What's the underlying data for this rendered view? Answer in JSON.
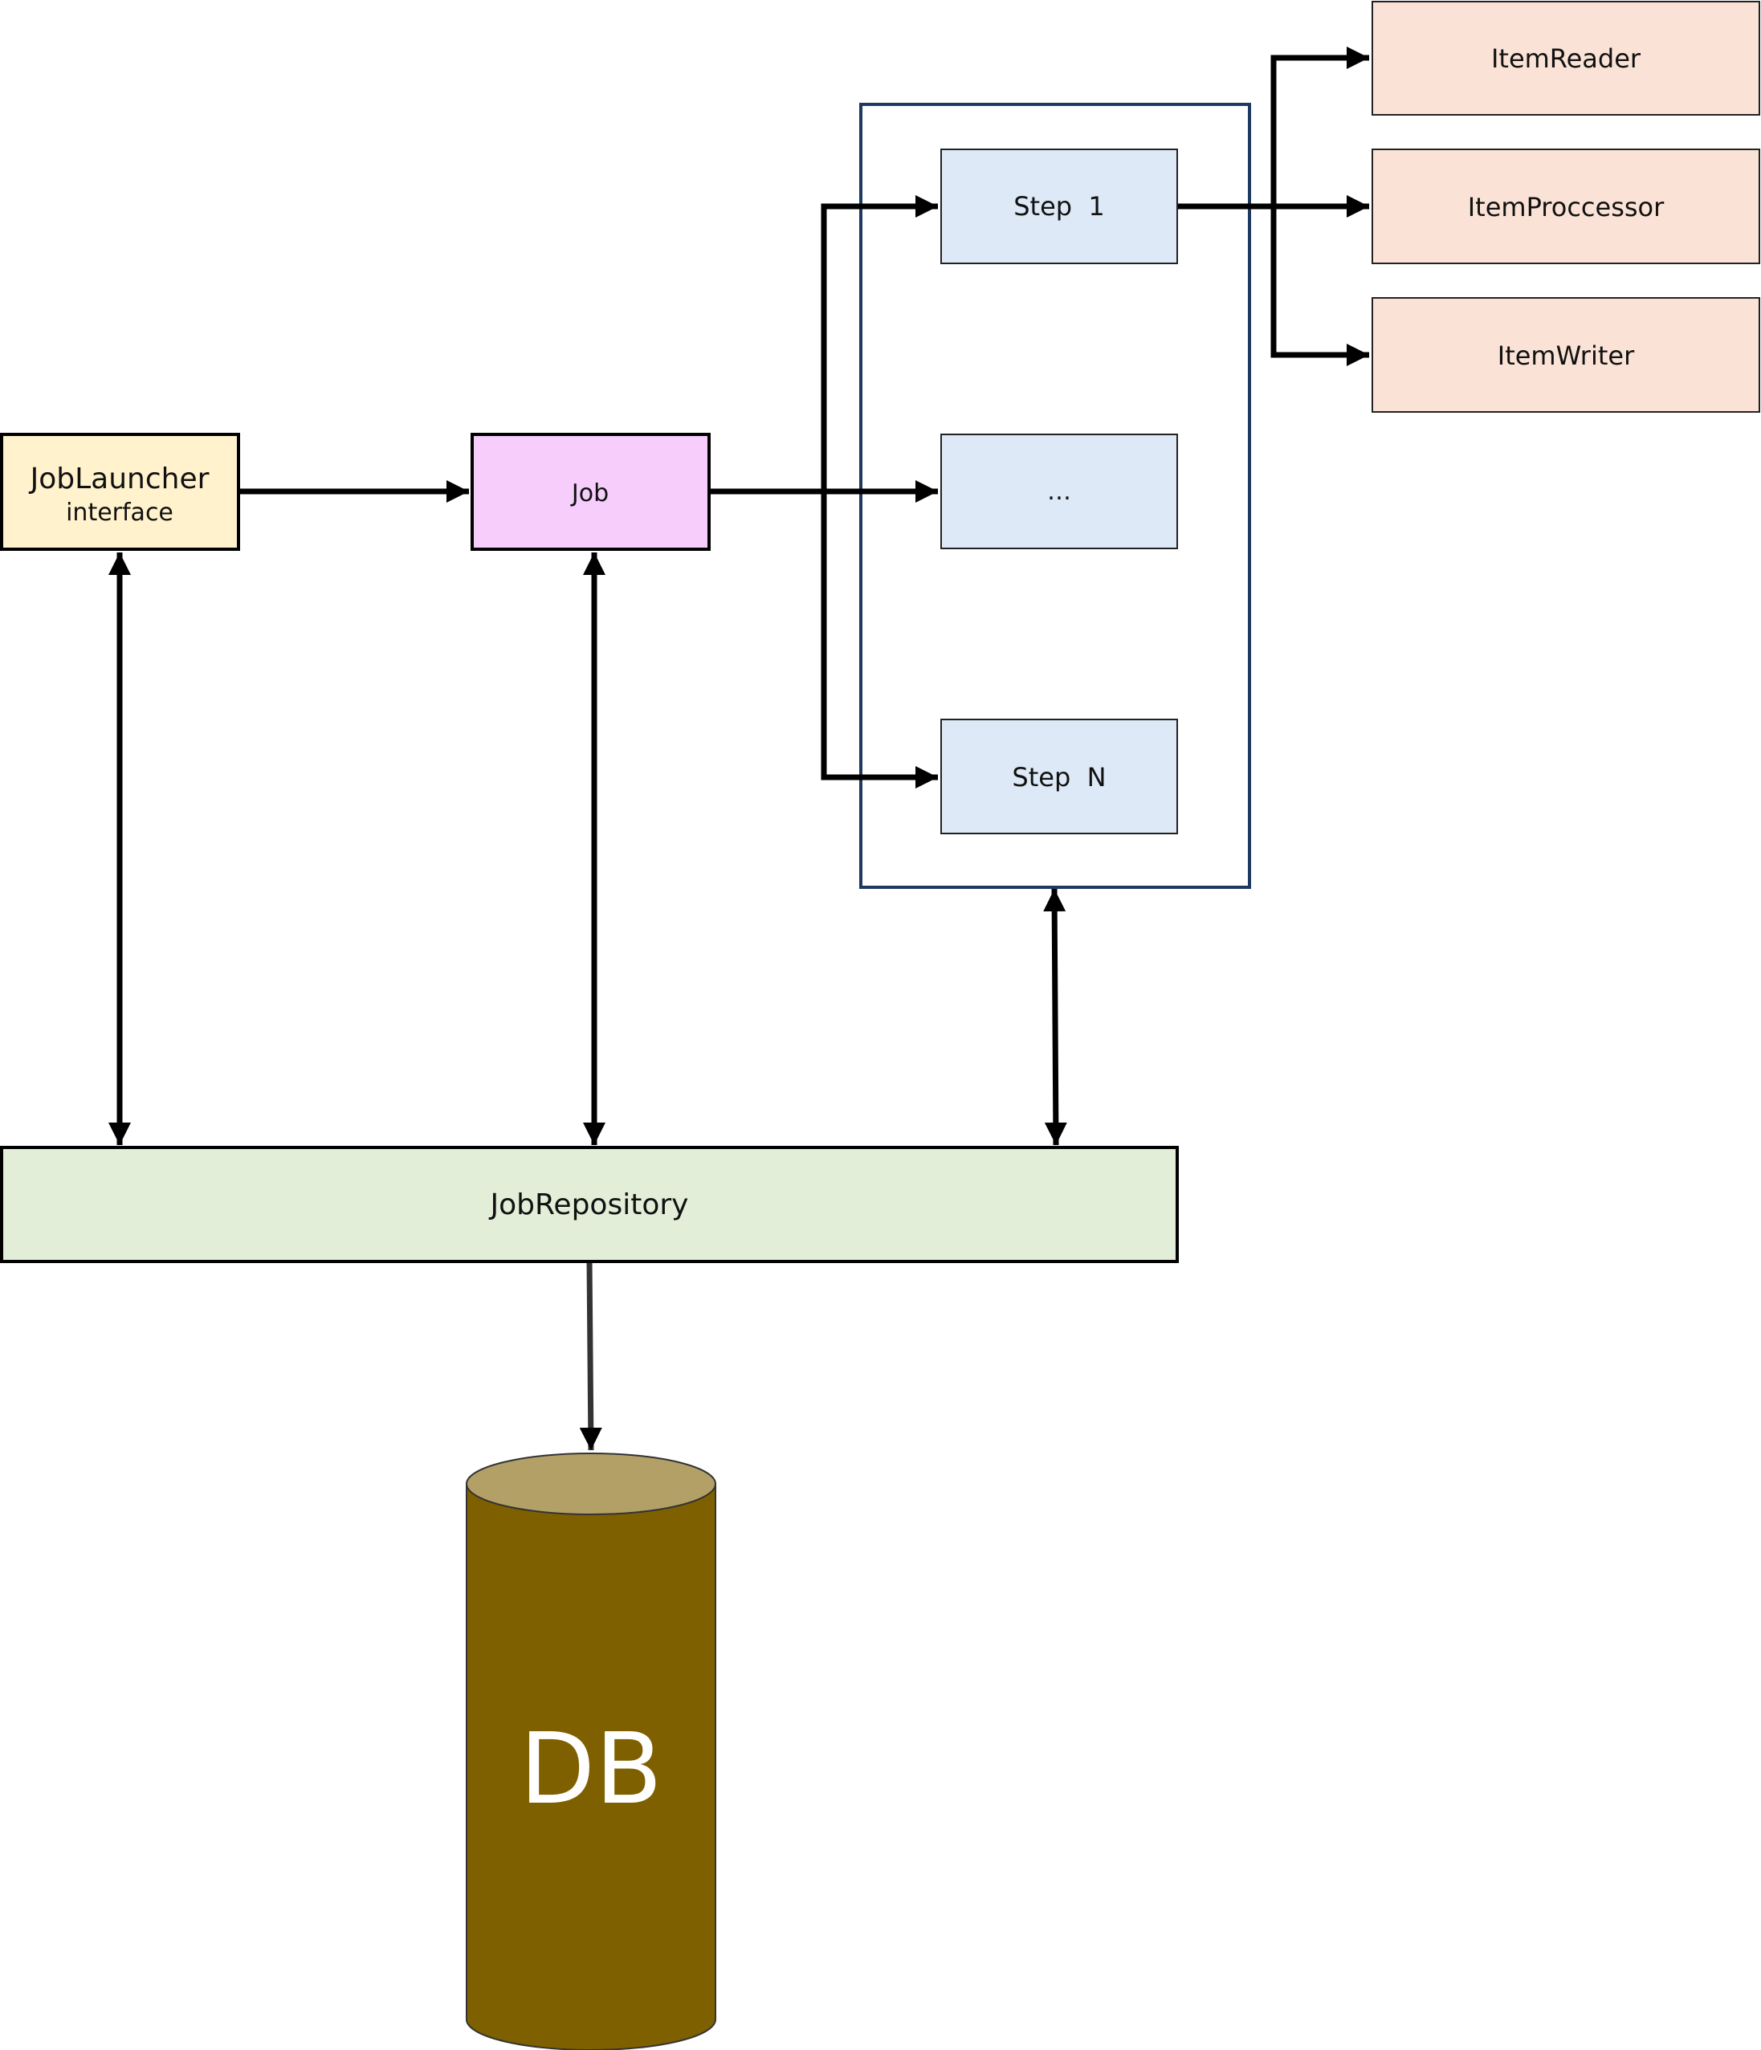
{
  "nodes": {
    "job_launcher": {
      "title": "JobLauncher",
      "subtitle": "interface",
      "fill": "#fff2cc"
    },
    "job": {
      "label": "Job",
      "fill": "#f6cdfb"
    },
    "step_1": {
      "label": "Step  1",
      "fill": "#dde9f6"
    },
    "step_ellipsis": {
      "label": "…",
      "fill": "#dde9f6"
    },
    "step_n": {
      "label": "Step  N",
      "fill": "#dde9f6"
    },
    "item_reader": {
      "label": "ItemReader",
      "fill": "#fae3d6"
    },
    "item_processor": {
      "label": "ItemProccessor",
      "fill": "#fae3d6"
    },
    "item_writer": {
      "label": "ItemWriter",
      "fill": "#fae3d6"
    },
    "job_repository": {
      "label": "JobRepository",
      "fill": "#e2eed8"
    },
    "db": {
      "label": "DB",
      "body_fill": "#7f6000",
      "top_fill": "#b3a066"
    }
  },
  "colors": {
    "step_group_border": "#1f3a60",
    "arrow": "#000000"
  }
}
